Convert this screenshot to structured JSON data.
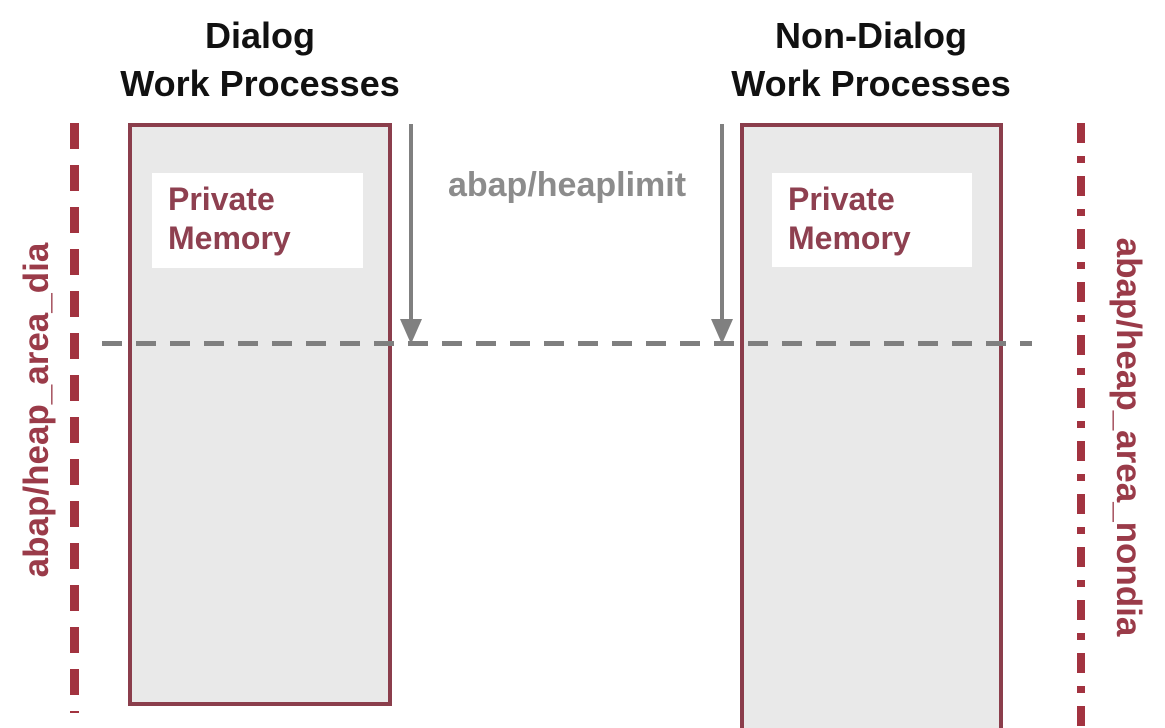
{
  "diagram": {
    "title_left": "Dialog\nWork Processes",
    "title_right": "Non-Dialog\nWork Processes",
    "boxes": {
      "dialog_private_memory_label": "Private\nMemory",
      "nondialog_private_memory_label": "Private\nMemory"
    },
    "annotations": {
      "heaplimit": "abap/heaplimit",
      "left_axis": "abap/heap_area_dia",
      "right_axis": "abap/heap_area_nondia"
    },
    "colors": {
      "box_border_maroon": "#8b3e4c",
      "box_fill_grey": "#e9e9e9",
      "private_memory_text": "#8e4050",
      "dashed_line_red": "#a23340",
      "side_label_red": "#9a3b49",
      "grey_dashed_line": "#7f7f7f",
      "arrow_grey": "#808080",
      "heaplimit_text_grey": "#8c8c8c",
      "heading_black": "#111111",
      "background": "#ffffff"
    }
  }
}
